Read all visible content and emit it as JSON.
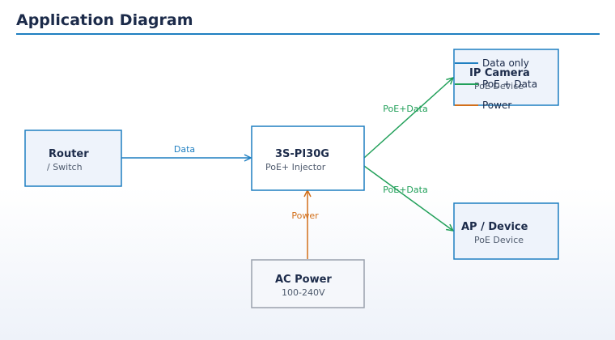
{
  "title": "Application Diagram",
  "colors": {
    "accent": "#1f7fc1",
    "data_link": "#1f7fc1",
    "poe_link": "#22a05a",
    "power_link": "#d26f1a",
    "node_fill": "#eef3fb",
    "node_border": "#1f7fc1",
    "power_node_border": "#9aa1ad",
    "power_node_fill": "#f5f7fb"
  },
  "nodes": {
    "router": {
      "title": "Router",
      "subtitle": "/ Switch"
    },
    "injector": {
      "title": "3S-PI30G",
      "subtitle": "PoE+ Injector"
    },
    "camera": {
      "title": "IP Camera",
      "subtitle": "PoE Device"
    },
    "ap": {
      "title": "AP / Device",
      "subtitle": "PoE Device"
    },
    "power": {
      "title": "AC Power",
      "subtitle": "100-240V"
    }
  },
  "edges": {
    "router_injector": "Data",
    "injector_camera": "PoE+Data",
    "injector_ap": "PoE+Data",
    "power_injector": "Power"
  },
  "legend": {
    "data": "Data only",
    "poe": "PoE + Data",
    "power": "Power"
  }
}
